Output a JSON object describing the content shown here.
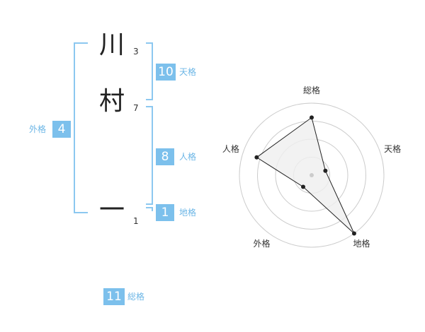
{
  "name": {
    "chars": [
      {
        "char": "川",
        "strokes": "3"
      },
      {
        "char": "村",
        "strokes": "7"
      },
      {
        "char": "一",
        "strokes": "1"
      }
    ]
  },
  "fortune": {
    "tenkaku": {
      "value": "10",
      "label": "天格"
    },
    "jinkaku": {
      "value": "8",
      "label": "人格"
    },
    "chikaku": {
      "value": "1",
      "label": "地格"
    },
    "gaikaku": {
      "value": "4",
      "label": "外格"
    },
    "soukaku": {
      "value": "11",
      "label": "総格"
    }
  },
  "chart_data": {
    "type": "radar",
    "axes": [
      "総格",
      "天格",
      "地格",
      "外格",
      "人格"
    ],
    "values": [
      4,
      1,
      5,
      1,
      4
    ],
    "rmax": 5,
    "rings": 4,
    "colors": {
      "grid": "#cccccc",
      "fill": "#efefef",
      "line": "#222222",
      "point": "#222222",
      "center": "#cccccc"
    }
  }
}
